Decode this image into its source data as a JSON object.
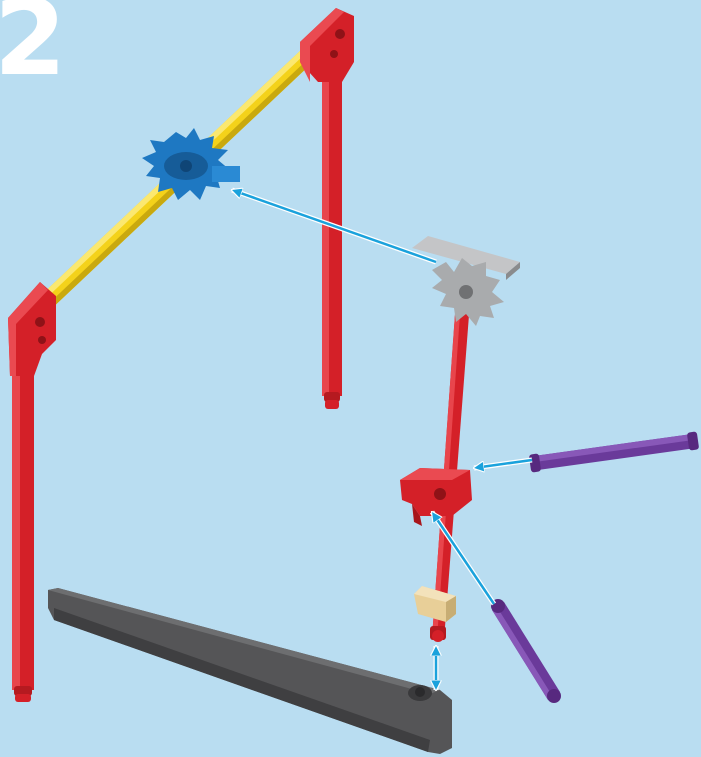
{
  "step": {
    "number": "2"
  },
  "colors": {
    "background": "#b9ddf1",
    "red_rod": "#d42028",
    "yellow_rod": "#f4d21a",
    "blue_connector": "#1e78c2",
    "gray_connector": "#a9abad",
    "purple_rod": "#6a3a9a",
    "tan_clip": "#e8cf98",
    "dark_gray_bar": "#4d4d4f",
    "arrow": "#1ba2dc"
  },
  "parts": [
    {
      "name": "red-rod",
      "color": "red"
    },
    {
      "name": "yellow-rod",
      "color": "yellow"
    },
    {
      "name": "blue-connector",
      "color": "blue"
    },
    {
      "name": "gray-connector",
      "color": "gray"
    },
    {
      "name": "purple-rod",
      "color": "purple",
      "count": 2
    },
    {
      "name": "tan-clip",
      "color": "tan"
    },
    {
      "name": "dark-gray-bar",
      "color": "dark gray"
    }
  ]
}
